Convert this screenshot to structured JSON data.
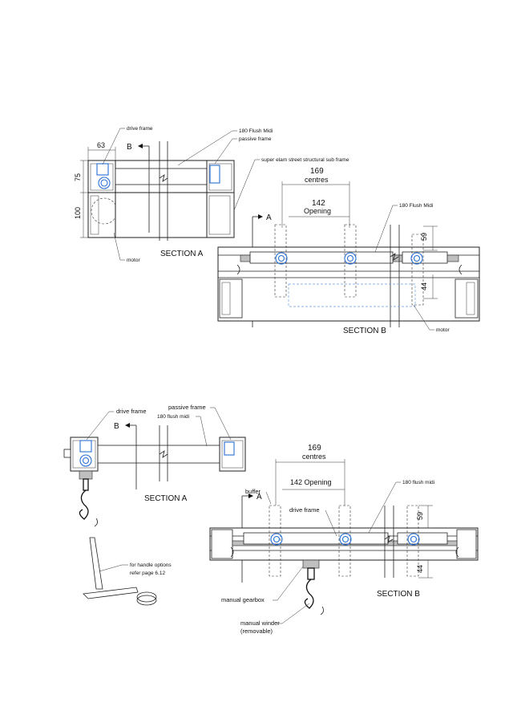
{
  "top": {
    "section_a": {
      "dim_63": "63",
      "dim_75": "75",
      "dim_100": "100",
      "label_b": "B",
      "drive_frame": "drive frame",
      "flush_midi": "180 Flush Midi",
      "passive_frame": "passive frame",
      "sub_frame": "super elam street structural sub frame",
      "motor": "motor",
      "title": "SECTION A"
    },
    "section_b": {
      "dim_169": "169",
      "centres": "centres",
      "dim_142": "142",
      "opening": "Opening",
      "flush_midi": "180 Flush Midi",
      "label_a": "A",
      "dim_59": "59",
      "dim_44": "44",
      "title": "SECTION B",
      "motor": "motor"
    }
  },
  "bottom": {
    "section_a": {
      "drive_frame": "drive frame",
      "passive_frame": "passive frame",
      "flush_midi": "180 flush midi",
      "label_b": "B",
      "title": "SECTION A",
      "handle_line1": "for handle options",
      "handle_line2": "refer page 6.12"
    },
    "section_b": {
      "dim_169": "169",
      "centres": "centres",
      "opening": "142 Opening",
      "flush_midi": "180 flush midi",
      "buffer": "buffer",
      "drive_frame": "drive frame",
      "label_a": "A",
      "dim_59": "59",
      "dim_44": "44",
      "title": "SECTION B",
      "gearbox": "manual gearbox",
      "winder_line1": "manual winder",
      "winder_line2": "(removable)"
    }
  }
}
